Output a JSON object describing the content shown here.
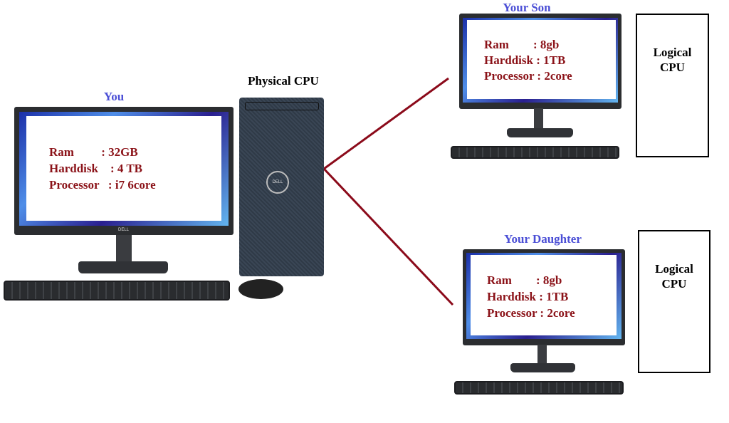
{
  "physical": {
    "label": "Physical CPU"
  },
  "you": {
    "label": "You",
    "specs": "Ram         : 32GB\nHarddisk    : 4 TB\nProcessor   : i7 6core"
  },
  "son": {
    "label": "Your Son",
    "specs": "Ram        : 8gb\nHarddisk : 1TB\nProcessor : 2core",
    "logical_cpu": "Logical\nCPU"
  },
  "daughter": {
    "label": "Your Daughter",
    "specs": "Ram        : 8gb\nHarddisk : 1TB\nProcessor : 2core",
    "logical_cpu": "Logical\nCPU"
  },
  "brand": "DELL",
  "colors": {
    "label": "#4b4fd6",
    "specs": "#8b1218",
    "connector": "#8b0a1a"
  }
}
